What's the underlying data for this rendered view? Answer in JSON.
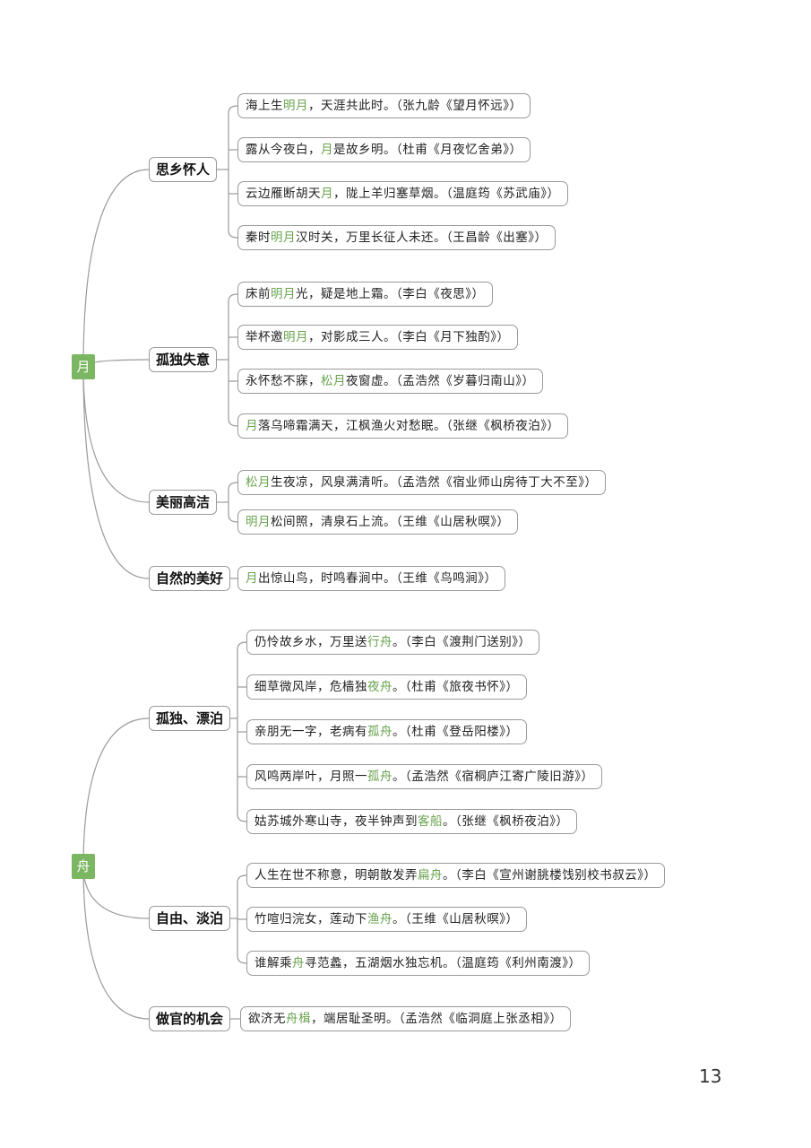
{
  "colors": {
    "accent": "#7bb662",
    "highlight": "#6aa34f",
    "border": "#9a9a9a",
    "line": "#9a9a9a"
  },
  "page_number": "13",
  "groups": [
    {
      "root": "月",
      "categories": [
        {
          "label": "思乡怀人",
          "items": [
            {
              "parts": [
                {
                  "t": "海上生"
                },
                {
                  "t": "明月",
                  "hl": true
                },
                {
                  "t": "，天涯共此时。（张九龄《望月怀远》）"
                }
              ]
            },
            {
              "parts": [
                {
                  "t": "露从今夜白，"
                },
                {
                  "t": "月",
                  "hl": true
                },
                {
                  "t": "是故乡明。（杜甫《月夜忆舍弟》）"
                }
              ]
            },
            {
              "parts": [
                {
                  "t": "云边雁断胡天"
                },
                {
                  "t": "月",
                  "hl": true
                },
                {
                  "t": "，陇上羊归塞草烟。（温庭筠《苏武庙》）"
                }
              ]
            },
            {
              "parts": [
                {
                  "t": "秦时"
                },
                {
                  "t": "明月",
                  "hl": true
                },
                {
                  "t": "汉时关，万里长征人未还。（王昌龄《出塞》）"
                }
              ]
            }
          ]
        },
        {
          "label": "孤独失意",
          "items": [
            {
              "parts": [
                {
                  "t": "床前"
                },
                {
                  "t": "明月",
                  "hl": true
                },
                {
                  "t": "光，疑是地上霜。（李白《夜思》）"
                }
              ]
            },
            {
              "parts": [
                {
                  "t": "举杯邀"
                },
                {
                  "t": "明月",
                  "hl": true
                },
                {
                  "t": "，对影成三人。（李白《月下独酌》）"
                }
              ]
            },
            {
              "parts": [
                {
                  "t": "永怀愁不寐，"
                },
                {
                  "t": "松月",
                  "hl": true
                },
                {
                  "t": "夜窗虚。（孟浩然《岁暮归南山》）"
                }
              ]
            },
            {
              "parts": [
                {
                  "t": "月",
                  "hl": true
                },
                {
                  "t": "落乌啼霜满天，江枫渔火对愁眠。（张继《枫桥夜泊》）"
                }
              ]
            }
          ]
        },
        {
          "label": "美丽高洁",
          "items": [
            {
              "parts": [
                {
                  "t": "松月",
                  "hl": true
                },
                {
                  "t": "生夜凉，风泉满清听。（孟浩然《宿业师山房待丁大不至》）"
                }
              ]
            },
            {
              "parts": [
                {
                  "t": "明月",
                  "hl": true
                },
                {
                  "t": "松间照，清泉石上流。（王维《山居秋暝》）"
                }
              ]
            }
          ]
        },
        {
          "label": "自然的美好",
          "items": [
            {
              "parts": [
                {
                  "t": "月",
                  "hl": true
                },
                {
                  "t": "出惊山鸟，时鸣春涧中。（王维《鸟鸣涧》）"
                }
              ]
            }
          ]
        }
      ]
    },
    {
      "root": "舟",
      "categories": [
        {
          "label": "孤独、漂泊",
          "items": [
            {
              "parts": [
                {
                  "t": "仍怜故乡水，万里送"
                },
                {
                  "t": "行舟",
                  "hl": true
                },
                {
                  "t": "。（李白《渡荆门送别》）"
                }
              ]
            },
            {
              "parts": [
                {
                  "t": "细草微风岸，危樯独"
                },
                {
                  "t": "夜舟",
                  "hl": true
                },
                {
                  "t": "。（杜甫《旅夜书怀》）"
                }
              ]
            },
            {
              "parts": [
                {
                  "t": "亲朋无一字，老病有"
                },
                {
                  "t": "孤舟",
                  "hl": true
                },
                {
                  "t": "。（杜甫《登岳阳楼》）"
                }
              ]
            },
            {
              "parts": [
                {
                  "t": "风鸣两岸叶，月照一"
                },
                {
                  "t": "孤舟",
                  "hl": true
                },
                {
                  "t": "。（孟浩然《宿桐庐江寄广陵旧游》）"
                }
              ]
            },
            {
              "parts": [
                {
                  "t": "姑苏城外寒山寺，夜半钟声到"
                },
                {
                  "t": "客船",
                  "hl": true
                },
                {
                  "t": "。（张继《枫桥夜泊》）"
                }
              ]
            }
          ]
        },
        {
          "label": "自由、淡泊",
          "items": [
            {
              "parts": [
                {
                  "t": "人生在世不称意，明朝散发弄"
                },
                {
                  "t": "扁舟",
                  "hl": true
                },
                {
                  "t": "。（李白《宣州谢朓楼饯别校书叔云》）"
                }
              ]
            },
            {
              "parts": [
                {
                  "t": "竹喧归浣女，莲动下"
                },
                {
                  "t": "渔舟",
                  "hl": true
                },
                {
                  "t": "。（王维《山居秋暝》）"
                }
              ]
            },
            {
              "parts": [
                {
                  "t": "谁解乘"
                },
                {
                  "t": "舟",
                  "hl": true
                },
                {
                  "t": "寻范蠡，五湖烟水独忘机。（温庭筠《利州南渡》）"
                }
              ]
            }
          ]
        },
        {
          "label": "做官的机会",
          "items": [
            {
              "parts": [
                {
                  "t": "欲济无"
                },
                {
                  "t": "舟楫",
                  "hl": true
                },
                {
                  "t": "，端居耻圣明。（孟浩然《临洞庭上张丞相》）"
                }
              ]
            }
          ]
        }
      ]
    }
  ]
}
